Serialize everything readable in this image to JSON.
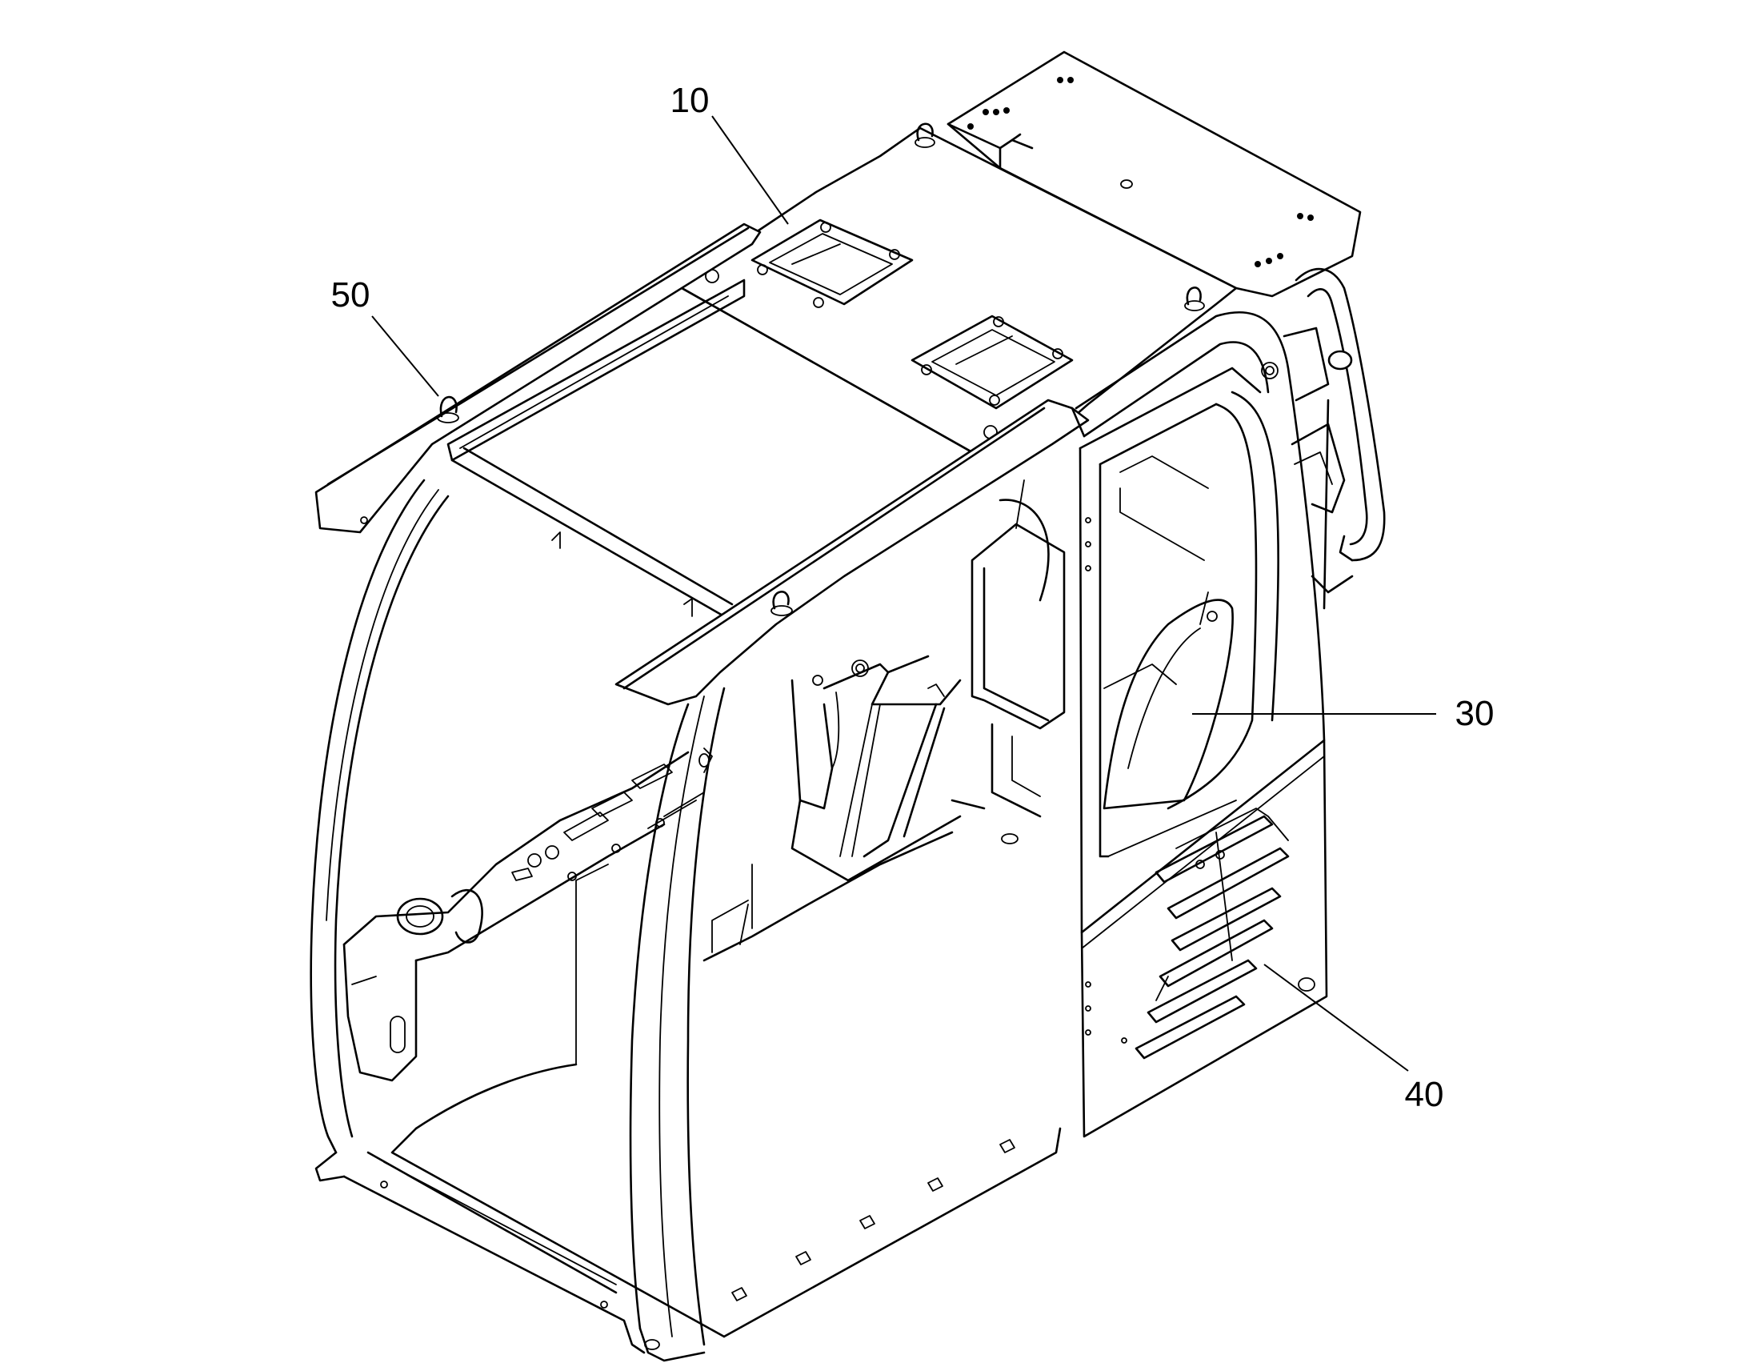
{
  "diagram": {
    "colors": {
      "line": "#000000",
      "background": "#ffffff"
    },
    "callouts": [
      {
        "id": "c10",
        "label": "10"
      },
      {
        "id": "c50",
        "label": "50"
      },
      {
        "id": "c30",
        "label": "30"
      },
      {
        "id": "c40",
        "label": "40"
      }
    ]
  }
}
